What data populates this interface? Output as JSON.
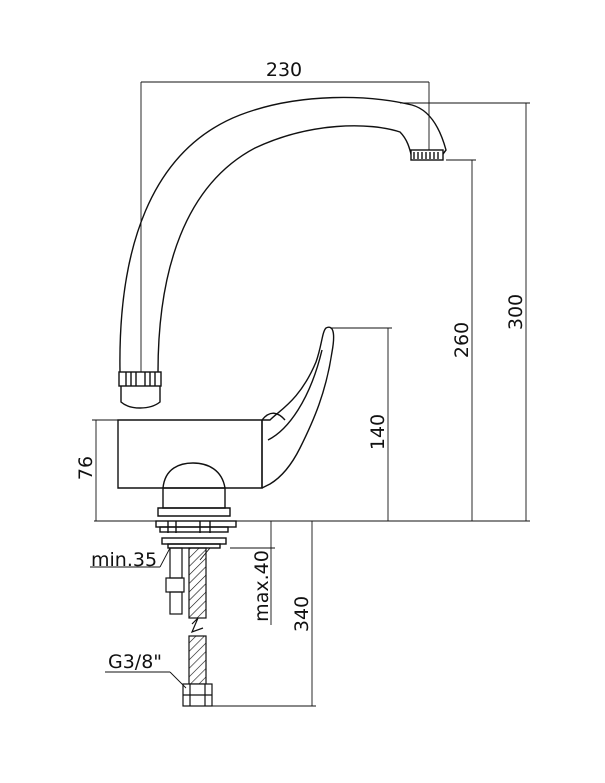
{
  "dimensions": {
    "width_top": "230",
    "height_outlet": "260",
    "height_total": "300",
    "height_handle": "140",
    "height_body": "76",
    "min_hole": "min.35",
    "max_deck": "max.40",
    "hose_length": "340",
    "thread": "G3/8\""
  },
  "colors": {
    "line": "#111111",
    "background": "#ffffff"
  }
}
